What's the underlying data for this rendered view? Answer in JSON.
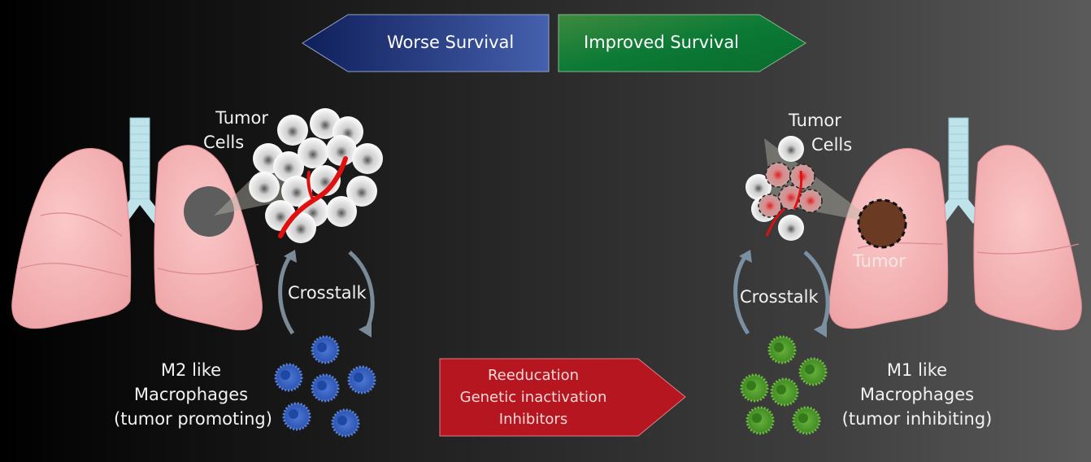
{
  "colors": {
    "worse": "#2a3f8c",
    "improved": "#0b7a35",
    "treatment": "#b5161f",
    "lung": "#f5b5b5",
    "trachea": "#bfe3ea",
    "m2_macrophage": "#3a64c8",
    "m1_macrophage": "#4e9a2e",
    "tumor_shrunk": "#6b3a22",
    "tumor_large": "#5d5d5d"
  },
  "header": {
    "worse_survival": "Worse Survival",
    "improved_survival": "Improved Survival"
  },
  "left_panel": {
    "tumor_cells_line1": "Tumor",
    "tumor_cells_line2": "Cells",
    "crosstalk": "Crosstalk",
    "macrophage_line1": "M2 like",
    "macrophage_line2": "Macrophages",
    "macrophage_line3": "(tumor promoting)"
  },
  "treatment": {
    "line1": "Reeducation",
    "line2": "Genetic inactivation",
    "line3": "Inhibitors"
  },
  "right_panel": {
    "tumor_cells_line1": "Tumor",
    "tumor_cells_line2": "Cells",
    "tumor_label": "Tumor",
    "crosstalk": "Crosstalk",
    "macrophage_line1": "M1 like",
    "macrophage_line2": "Macrophages",
    "macrophage_line3": "(tumor inhibiting)"
  }
}
